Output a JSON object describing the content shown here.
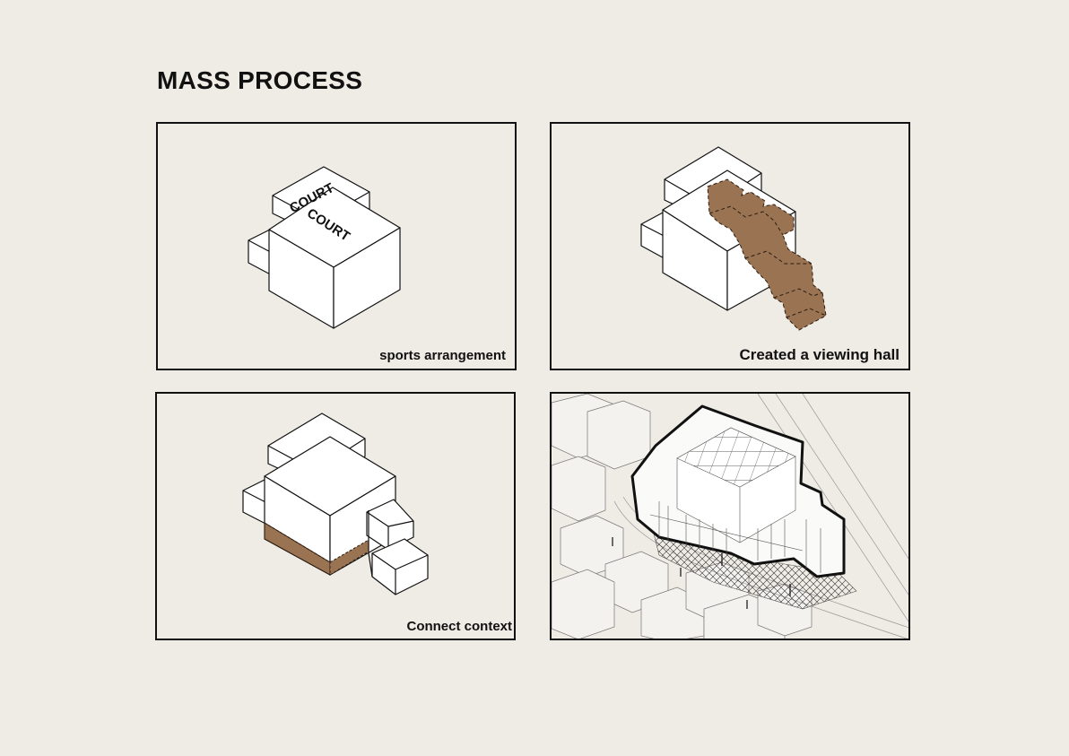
{
  "page": {
    "title": "MASS PROCESS",
    "background": "#efebe5"
  },
  "panels": [
    {
      "caption": "sports arrangement",
      "court_labels": [
        "COURT",
        "COURT"
      ]
    },
    {
      "caption": "Created a viewing hall"
    },
    {
      "caption": "Connect context"
    },
    {
      "caption": ""
    }
  ],
  "colors": {
    "ink": "#111111",
    "highlight": "#9a7352",
    "line": "#333333"
  }
}
